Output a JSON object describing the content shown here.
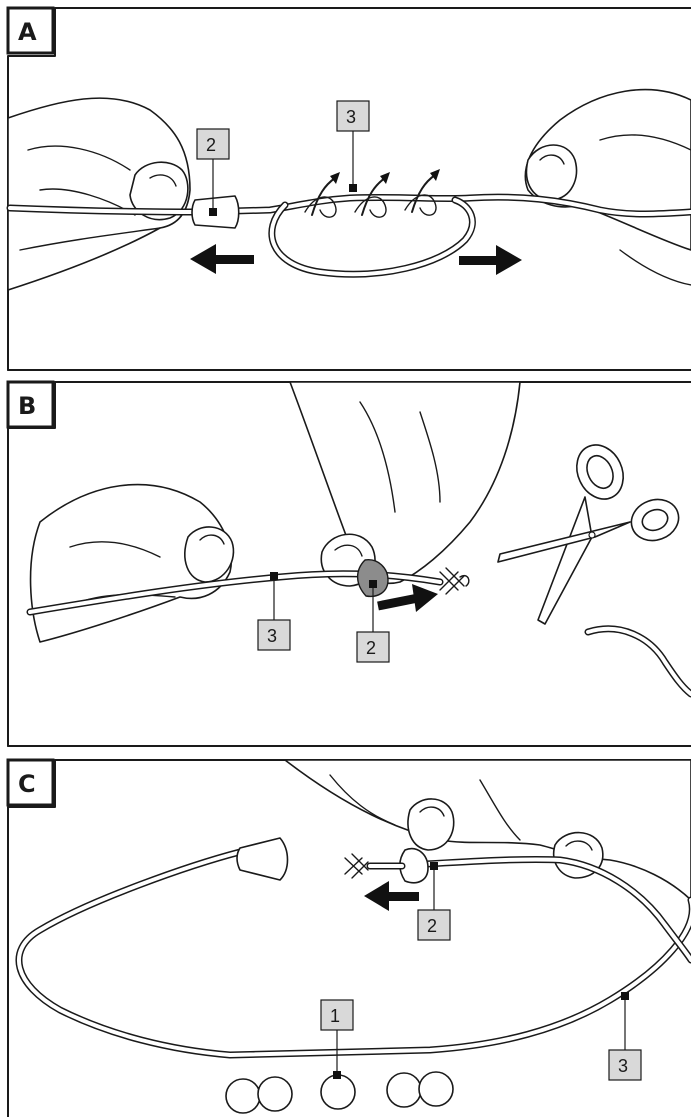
{
  "panels": [
    {
      "letter": "A",
      "callouts": [
        "2",
        "3"
      ]
    },
    {
      "letter": "B",
      "callouts": [
        "3",
        "2"
      ]
    },
    {
      "letter": "C",
      "callouts": [
        "2",
        "1",
        "3"
      ]
    }
  ]
}
